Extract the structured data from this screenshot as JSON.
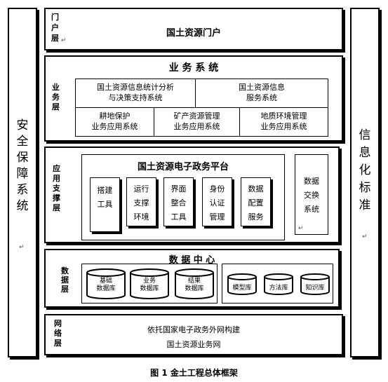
{
  "left_pillar": {
    "chars": [
      "安",
      "全",
      "保",
      "障",
      "系",
      "统"
    ]
  },
  "right_pillar": {
    "chars": [
      "信",
      "息",
      "化",
      "标",
      "准"
    ]
  },
  "return_mark": "↵",
  "portal": {
    "layer_label": [
      "门",
      "户",
      "层"
    ],
    "title": "国土资源门户"
  },
  "business": {
    "layer_label": [
      "业",
      "务",
      "层"
    ],
    "title": "业 务 系 统",
    "cells": [
      {
        "line1": "国土资源信息统计分析",
        "line2": "与决策支持系统"
      },
      {
        "line1": "国土资源信息",
        "line2": "服务系统"
      },
      {
        "line1": "耕地保护",
        "line2": "业务应用系统"
      },
      {
        "line1": "矿产资源管理",
        "line2": "业务应用系统"
      },
      {
        "line1": "地质环境管理",
        "line2": "业务应用系统"
      }
    ]
  },
  "app": {
    "layer_label": [
      "应",
      "用",
      "支",
      "撑",
      "层"
    ],
    "platform_title": "国土资源电子政务平台",
    "modules": [
      {
        "lines": [
          "搭建",
          "工具"
        ]
      },
      {
        "lines": [
          "运行",
          "支撑",
          "环境"
        ]
      },
      {
        "lines": [
          "界面",
          "整合",
          "工具"
        ]
      },
      {
        "lines": [
          "身份",
          "认证",
          "管理"
        ]
      },
      {
        "lines": [
          "数据",
          "配置",
          "服务"
        ]
      }
    ],
    "exchange": {
      "lines": [
        "数据",
        "交换",
        "系统"
      ]
    }
  },
  "data": {
    "layer_label": [
      "数",
      "据",
      "层"
    ],
    "title": "数 据 中 心",
    "left_dbs": [
      {
        "lines": [
          "基础",
          "数据库"
        ]
      },
      {
        "lines": [
          "业务",
          "数据库"
        ]
      },
      {
        "lines": [
          "结果",
          "数据库"
        ]
      }
    ],
    "right_dbs": [
      {
        "lines": [
          "模型库"
        ]
      },
      {
        "lines": [
          "方法库"
        ]
      },
      {
        "lines": [
          "知识库"
        ]
      }
    ]
  },
  "network": {
    "layer_label": [
      "网",
      "络",
      "层"
    ],
    "line1": "依托国家电子政务外网构建",
    "line2": "国土资源业务网"
  },
  "caption": "图 1  金土工程总体框架"
}
